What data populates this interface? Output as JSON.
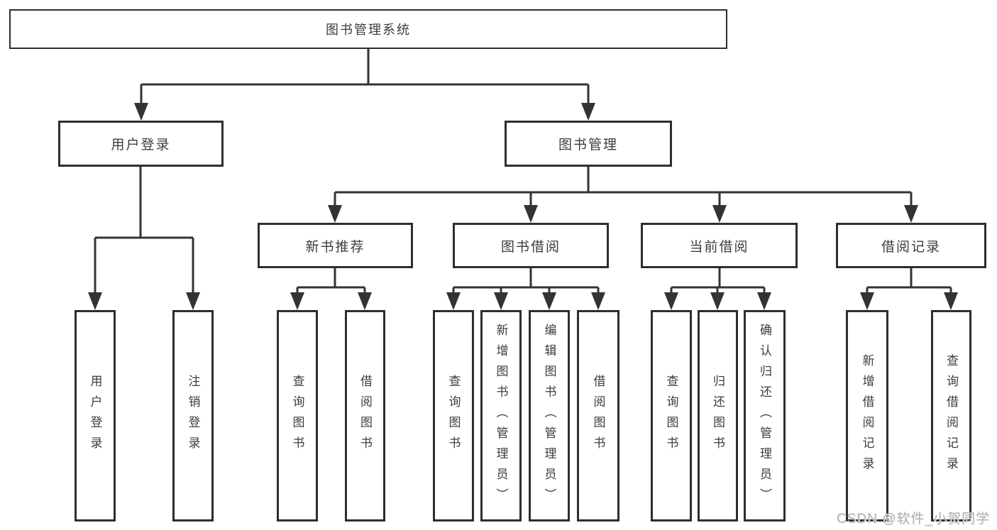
{
  "diagram": {
    "root_label": "图书管理系统",
    "user_branch": {
      "label": "用户登录",
      "leaves": [
        "用户登录",
        "注销登录"
      ]
    },
    "book_branch": {
      "label": "图书管理",
      "groups": [
        {
          "label": "新书推荐",
          "leaves": [
            "查询图书",
            "借阅图书"
          ]
        },
        {
          "label": "图书借阅",
          "leaves": [
            "查询图书",
            "新增图书（管理员）",
            "编辑图书（管理员）",
            "借阅图书"
          ]
        },
        {
          "label": "当前借阅",
          "leaves": [
            "查询图书",
            "归还图书",
            "确认归还（管理员）"
          ]
        },
        {
          "label": "借阅记录",
          "leaves": [
            "新增借阅记录",
            "查询借阅记录"
          ]
        }
      ]
    },
    "watermark": "CSDN @软件_小贺同学",
    "colors": {
      "line": "#333333",
      "border": "#2e2e2e",
      "text": "#3c3c3c",
      "watermark": "#b2b2b2",
      "background": "#ffffff"
    }
  }
}
